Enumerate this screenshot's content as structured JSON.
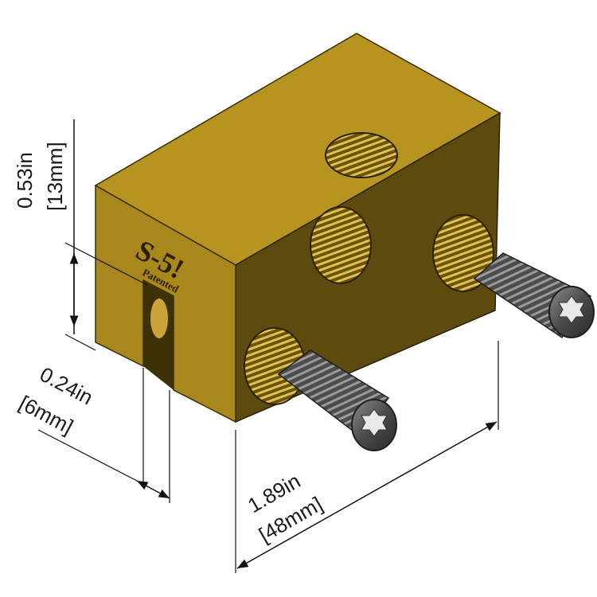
{
  "dimensions": {
    "height": {
      "imperial": "0.53in",
      "metric": "[13mm]"
    },
    "slot": {
      "imperial": "0.24in",
      "metric": "[6mm]"
    },
    "length": {
      "imperial": "1.89in",
      "metric": "[48mm]"
    }
  },
  "part": {
    "logo_text": "S-5!",
    "stamp_text": "Patented",
    "body_color": "#a8871c",
    "top_color": "#b79420",
    "front_color": "#5c4a0e",
    "bolt_color": "#555555"
  }
}
